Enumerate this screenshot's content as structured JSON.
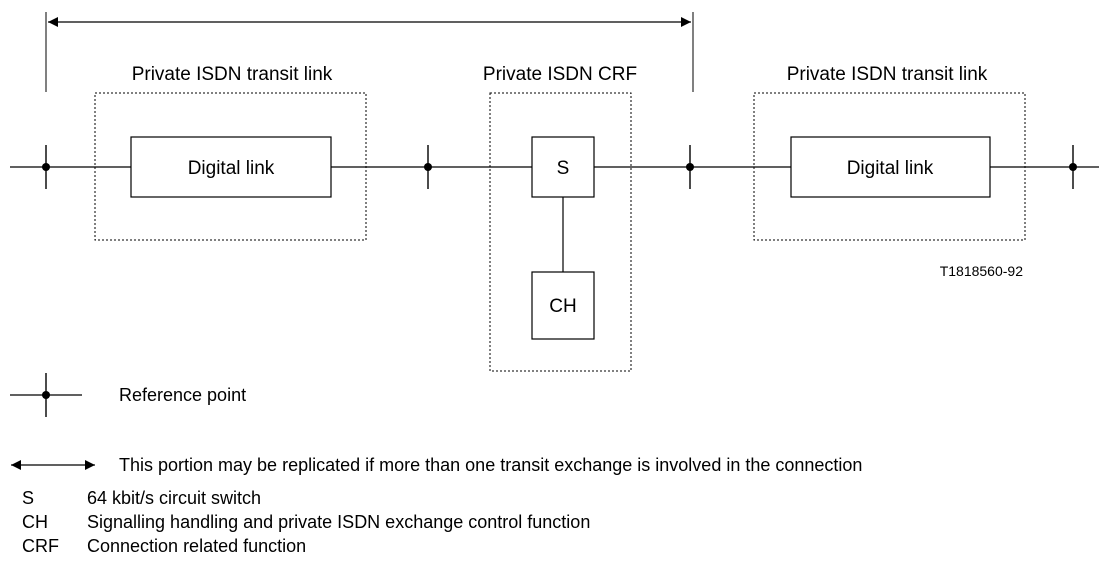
{
  "diagram": {
    "top_labels": {
      "transit_left": "Private ISDN transit link",
      "crf": "Private ISDN CRF",
      "transit_right": "Private ISDN transit link"
    },
    "boxes": {
      "digital_link_left": "Digital link",
      "switch": "S",
      "ch": "CH",
      "digital_link_right": "Digital link"
    },
    "figure_code": "T1818560-92"
  },
  "legend": {
    "reference_point": "Reference point",
    "replicated_portion": "This portion may be replicated if more than one transit exchange is involved in the connection",
    "abbreviations": [
      {
        "abbr": "S",
        "desc": "64 kbit/s circuit switch"
      },
      {
        "abbr": "CH",
        "desc": "Signalling handling and private ISDN exchange control function"
      },
      {
        "abbr": "CRF",
        "desc": "Connection related function"
      }
    ]
  }
}
